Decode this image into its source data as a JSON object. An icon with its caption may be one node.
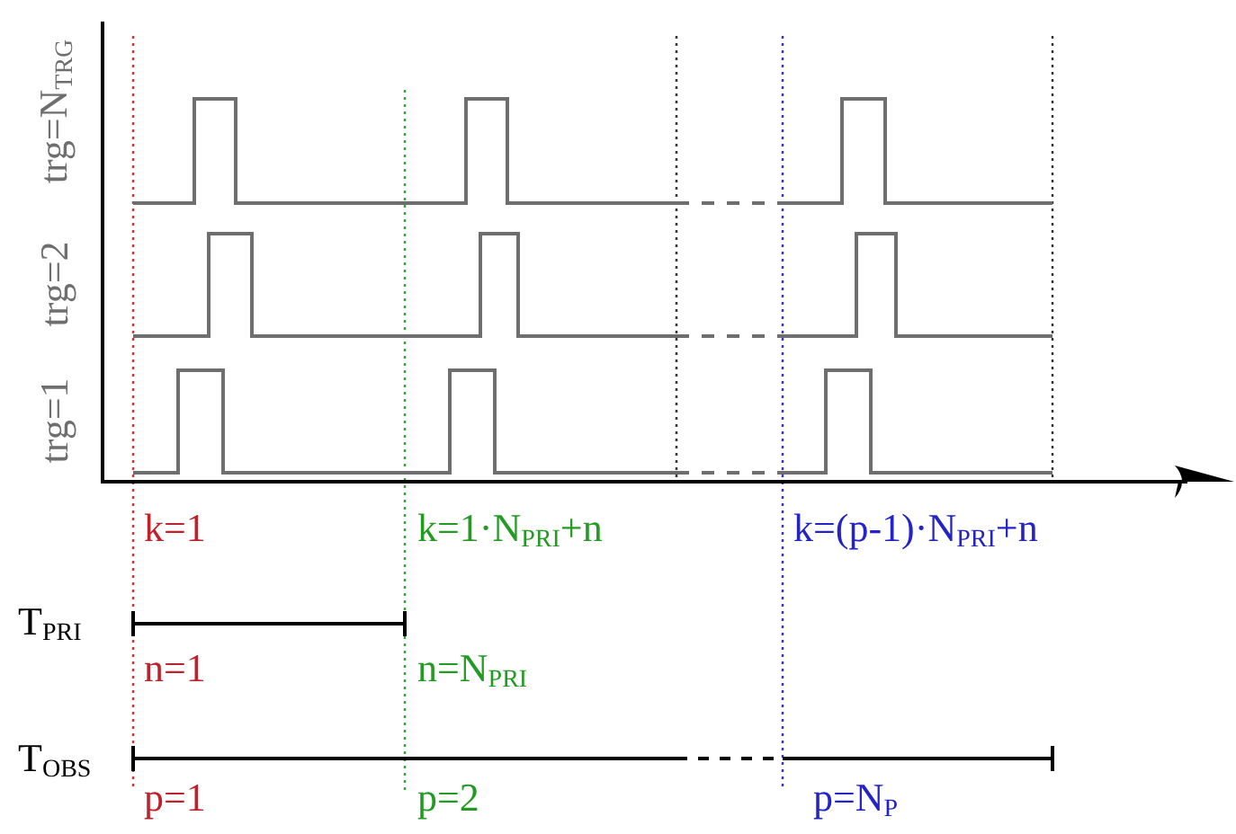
{
  "diagram": {
    "labels": [
      "trg=N$_{TRG}$",
      "trg=2",
      "trg=1",
      "k=1",
      "k=1·N$_{PRI}$+n",
      "k=(p-1)·N$_{PRI}$+n",
      "T$_{PRI}$",
      "n=1",
      "n=N$_{PRI}$",
      "T$_{OBS}$",
      "p=1",
      "p=2",
      "p=N$_{P}$"
    ]
  }
}
